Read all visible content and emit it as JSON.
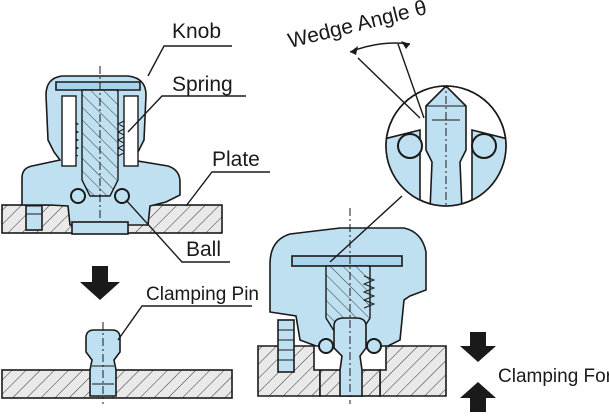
{
  "labels": {
    "knob": "Knob",
    "spring": "Spring",
    "plate": "Plate",
    "ball": "Ball",
    "clamping_pin": "Clamping Pin",
    "wedge_angle": "Wedge Angle θ",
    "clamping_force": "Clamping Force"
  },
  "colors": {
    "part_fill": "#bfe0f0",
    "plate_fill": "#e6e6e6",
    "outline": "#1a1a1a"
  },
  "icons": [
    "arrow-down-icon",
    "arrow-up-icon"
  ]
}
